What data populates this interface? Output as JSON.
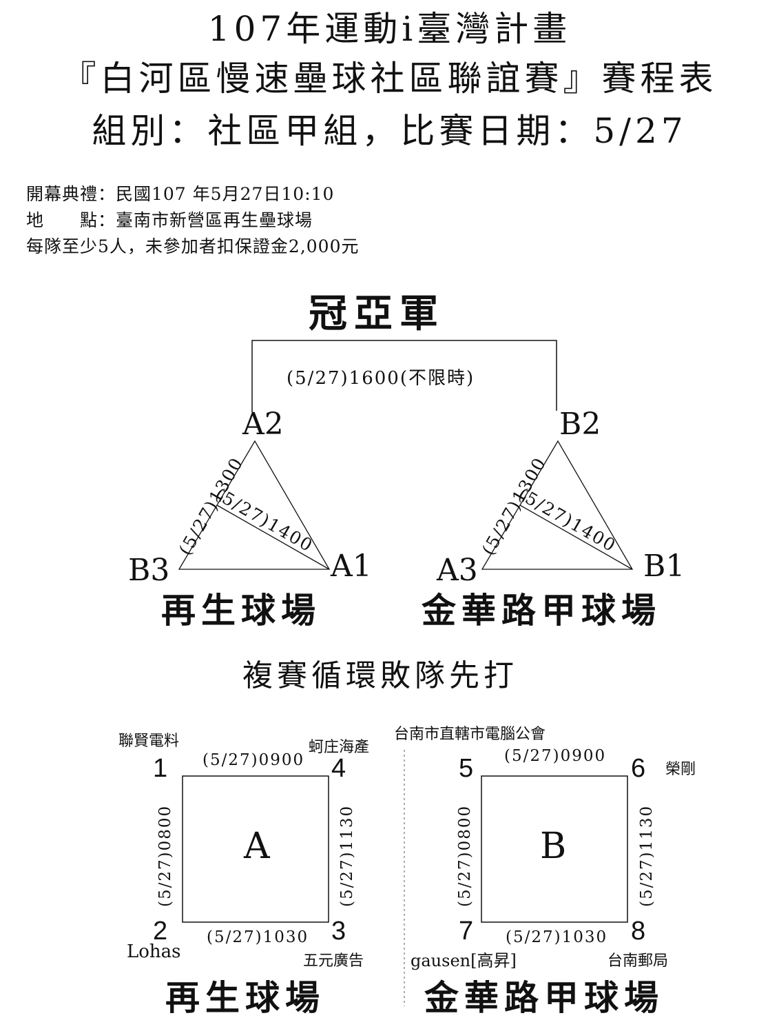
{
  "header": {
    "line1": "107年運動i臺灣計畫",
    "line2": "『白河區慢速壘球社區聯誼賽』賽程表",
    "line3": "組別：社區甲組，比賽日期：5/27"
  },
  "info": {
    "opening": "開幕典禮：民國107 年5月27日10:10",
    "location": "地　　點：臺南市新營區再生壘球場",
    "rule": "每隊至少5人，未參加者扣保證金2,000元"
  },
  "final": {
    "title": "冠亞軍",
    "time": "(5/27)1600(不限時)"
  },
  "semifinal": {
    "left": {
      "top": "A2",
      "bl": "B3",
      "br": "A1",
      "edge_left": "(5/27)1300",
      "edge_mid": "(5/27)1400",
      "venue": "再生球場"
    },
    "right": {
      "top": "B2",
      "bl": "A3",
      "br": "B1",
      "edge_left": "(5/27)1300",
      "edge_mid": "(5/27)1400",
      "venue": "金華路甲球場"
    },
    "note": "複賽循環敗隊先打"
  },
  "groups": {
    "A": {
      "label": "A",
      "venue": "再生球場",
      "seeds": [
        "1",
        "4",
        "2",
        "3"
      ],
      "teams": {
        "t1": "聯賢電料",
        "t4": "蚵庄海產",
        "t2": "Lohas",
        "t3": "五元廣告"
      },
      "times": {
        "top": "(5/27)0900",
        "bottom": "(5/27)1030",
        "left": "(5/27)0800",
        "right": "(5/27)1130"
      }
    },
    "B": {
      "label": "B",
      "venue": "金華路甲球場",
      "seeds": [
        "5",
        "6",
        "7",
        "8"
      ],
      "teams": {
        "t5": "台南市直轄市電腦公會",
        "t6": "榮剛",
        "t7": "gausen[高昇]",
        "t8": "台南郵局"
      },
      "times": {
        "top": "(5/27)0900",
        "bottom": "(5/27)1030",
        "left": "(5/27)0800",
        "right": "(5/27)1130"
      }
    }
  }
}
